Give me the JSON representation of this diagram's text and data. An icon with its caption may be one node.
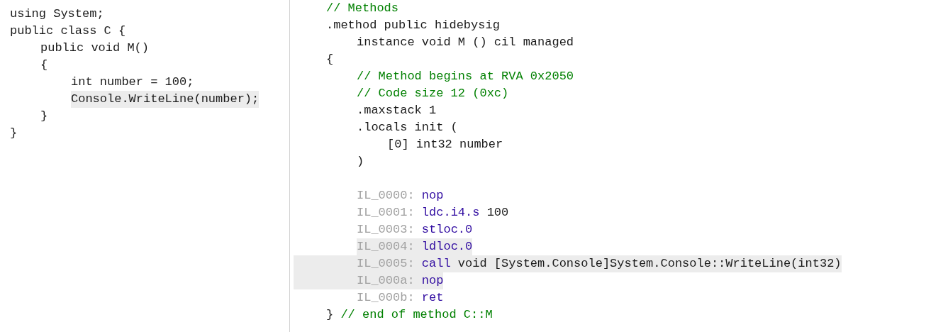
{
  "diagram": {
    "labels": [
      "using System;",
      "public class C {",
      "public void M()",
      "{",
      "int number = 100;",
      "Console.WriteLine(number);",
      "}",
      "}",
      "// Methods",
      ".method public hidebysig",
      "instance void M () cil managed",
      "{",
      "// Method begins at RVA 0x2050",
      "// Code size 12 (0xc)",
      ".maxstack 1",
      ".locals init (",
      "[0] int32 number",
      ")",
      "IL_0000: nop",
      "IL_0001: ldc.i4.s 100",
      "IL_0003: stloc.0",
      "IL_0004: ldloc.0",
      "IL_0005: call void [System.Console]System.Console::WriteLine(int32)",
      "IL_000a: nop",
      "IL_000b: ret",
      "} // end of method C::M"
    ]
  }
}
